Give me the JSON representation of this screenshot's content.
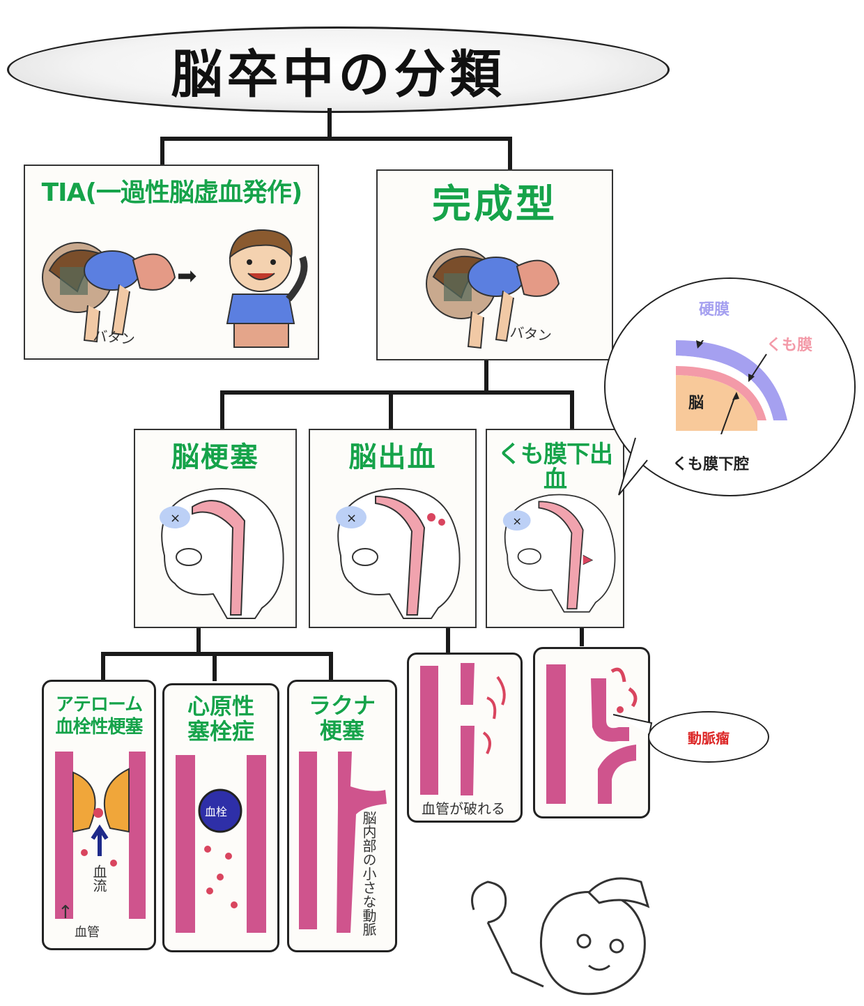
{
  "title": "脳卒中の分類",
  "level1": {
    "tia": "TIA(一過性脳虚血発作)",
    "complete": "完成型",
    "onomatopoeia": "バタン"
  },
  "level2": {
    "infarction": "脳梗塞",
    "hemorrhage": "脳出血",
    "sah": "くも膜下出血"
  },
  "level3": {
    "atheroma_line1": "アテローム",
    "atheroma_line2": "血栓性梗塞",
    "cardio_line1": "心原性",
    "cardio_line2": "塞栓症",
    "lacunar_line1": "ラクナ",
    "lacunar_line2": "梗塞"
  },
  "annotations": {
    "blood_flow": "血流",
    "blood_vessel": "血管",
    "thrombus": "血栓",
    "small_artery": "脳内部の小さな動脈",
    "vessel_breaks": "血管が破れる",
    "aneurysm": "動脈瘤"
  },
  "zoom": {
    "dura": "硬膜",
    "arachnoid": "くも膜",
    "brain": "脳",
    "subarachnoid_space": "くも膜下腔"
  },
  "colors": {
    "green_label": "#16a34a",
    "dura": "#a5a0f0",
    "arachnoid": "#f39aa8",
    "brain": "#f8c99a",
    "aneurysm_label": "#dc2626"
  }
}
